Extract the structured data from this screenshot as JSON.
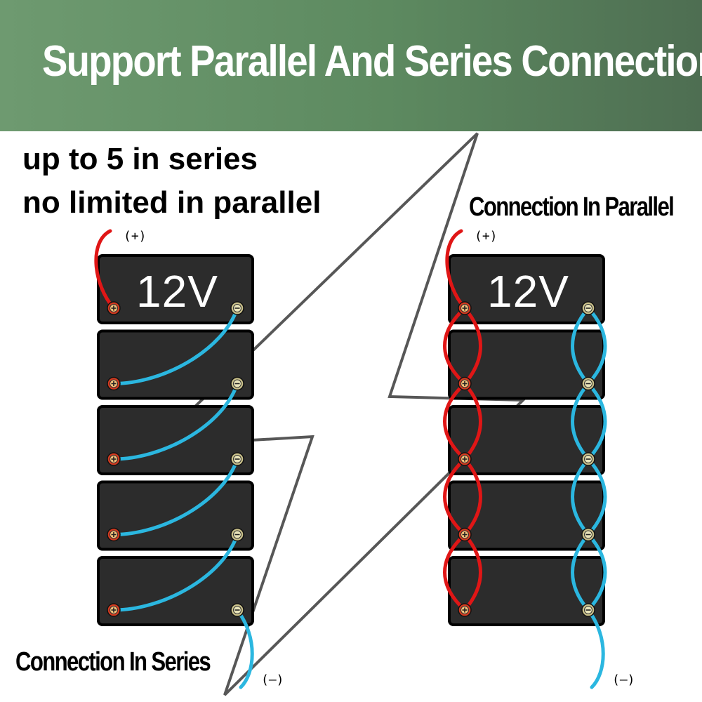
{
  "header": {
    "title": "Support Parallel And Series Connection"
  },
  "subtitle": {
    "line1": "up to 5 in series",
    "line2": "no limited in parallel"
  },
  "series_block": {
    "caption": "Connection In Series",
    "voltage_label": "12V",
    "positive_label": "(+)",
    "negative_label": "(—)",
    "battery_count": 5
  },
  "parallel_block": {
    "caption": "Connection In Parallel",
    "voltage_label": "12V",
    "positive_label": "(+)",
    "negative_label": "(—)",
    "battery_count": 5
  },
  "colors": {
    "header_gradient_start": "#6e9a70",
    "header_gradient_end": "#4e6e52",
    "battery_body": "#2c2c2c",
    "positive_wire": "#e01616",
    "negative_wire": "#2bb7e0",
    "terminal_positive": "#d33a1f",
    "terminal_negative": "#c9c08a",
    "lightning_outline": "#3a3a3a"
  },
  "icons": [
    "lightning-bolt-icon",
    "battery-icon",
    "positive-terminal-icon",
    "negative-terminal-icon"
  ]
}
